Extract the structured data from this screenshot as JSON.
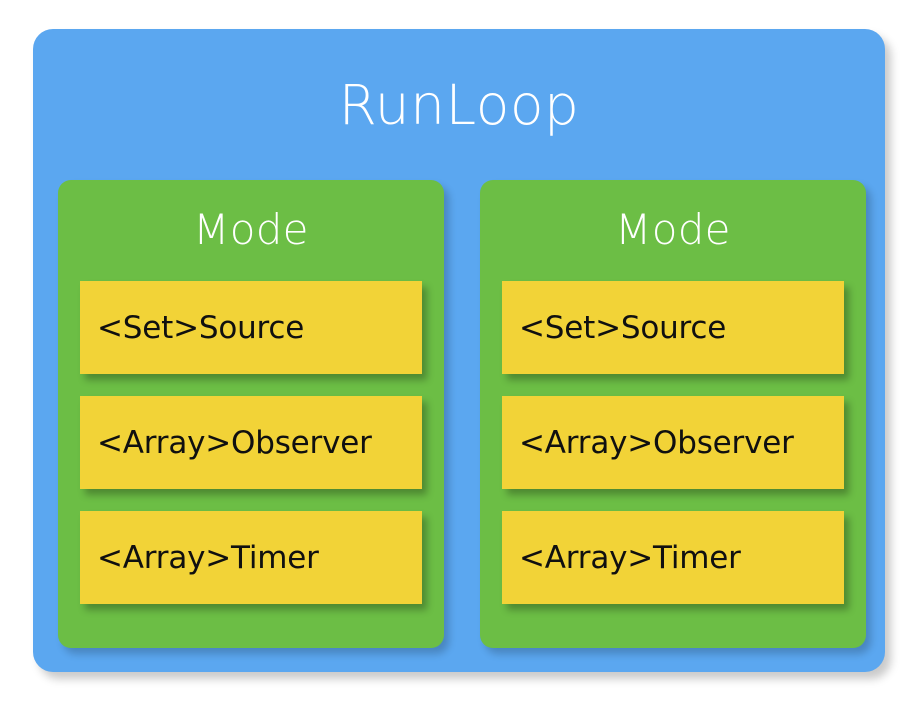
{
  "diagram": {
    "title": "RunLoop",
    "colors": {
      "outer_container": "#5ba7f0",
      "mode_container": "#6cbe45",
      "item_box": "#f2d337",
      "title_text": "#ffffff",
      "item_text": "#101010",
      "background": "#ffffff"
    },
    "modes": [
      {
        "title": "Mode",
        "items": [
          {
            "label": "<Set>Source"
          },
          {
            "label": "<Array>Observer"
          },
          {
            "label": "<Array>Timer"
          }
        ]
      },
      {
        "title": "Mode",
        "items": [
          {
            "label": "<Set>Source"
          },
          {
            "label": "<Array>Observer"
          },
          {
            "label": "<Array>Timer"
          }
        ]
      }
    ]
  }
}
